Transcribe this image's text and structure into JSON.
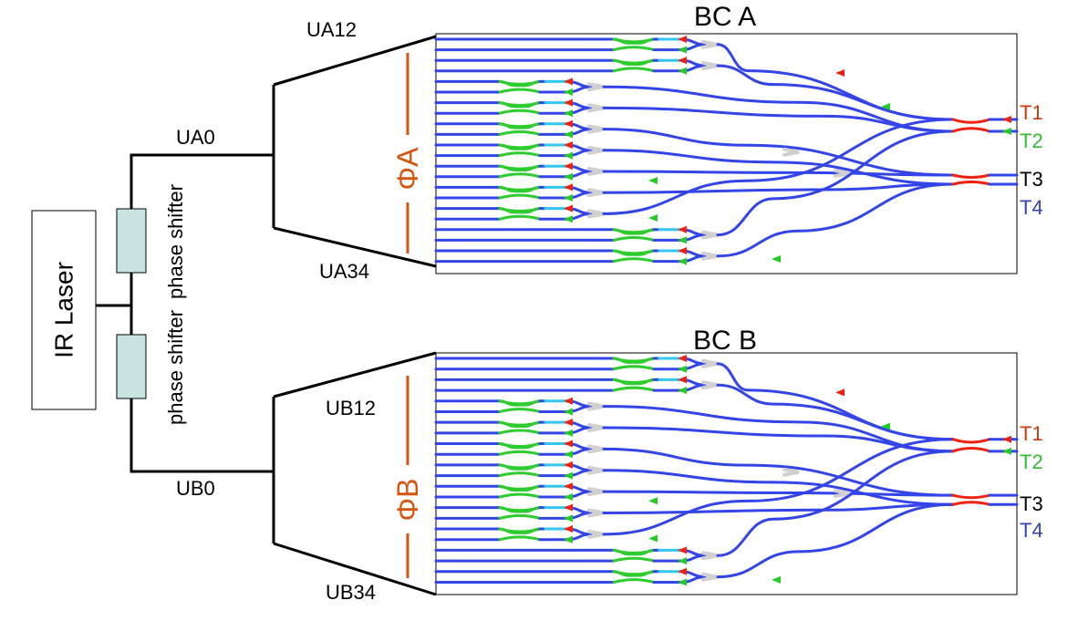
{
  "source": {
    "label": "IR Laser"
  },
  "phase_shifters": [
    {
      "label": "phase shifter"
    },
    {
      "label": "phase shifter"
    }
  ],
  "circuits": [
    {
      "title": "BC A",
      "phase_label": "ΦA",
      "input_labels": {
        "top": "UA12",
        "mid": "UA0",
        "bottom": "UA34"
      },
      "outputs": [
        "T1",
        "T2",
        "T3",
        "T4"
      ]
    },
    {
      "title": "BC B",
      "phase_label": "ΦB",
      "input_labels": {
        "top": "UB12",
        "mid": "UB0",
        "bottom": "UB34"
      },
      "outputs": [
        "T1",
        "T2",
        "T3",
        "T4"
      ]
    }
  ],
  "colors": {
    "waveguide": "#3344e8",
    "coupler": "#2ecc2e",
    "splitter": "#d0d0d0",
    "heater": "#30c8f0",
    "marker_red": "#ee2211",
    "marker_green": "#22cc22",
    "phase": "#d45510",
    "t1": "#d03b10",
    "t2": "#33bb33",
    "t3": "#000000",
    "t4": "#3344aa",
    "shifter_fill": "#c8e4e0"
  }
}
